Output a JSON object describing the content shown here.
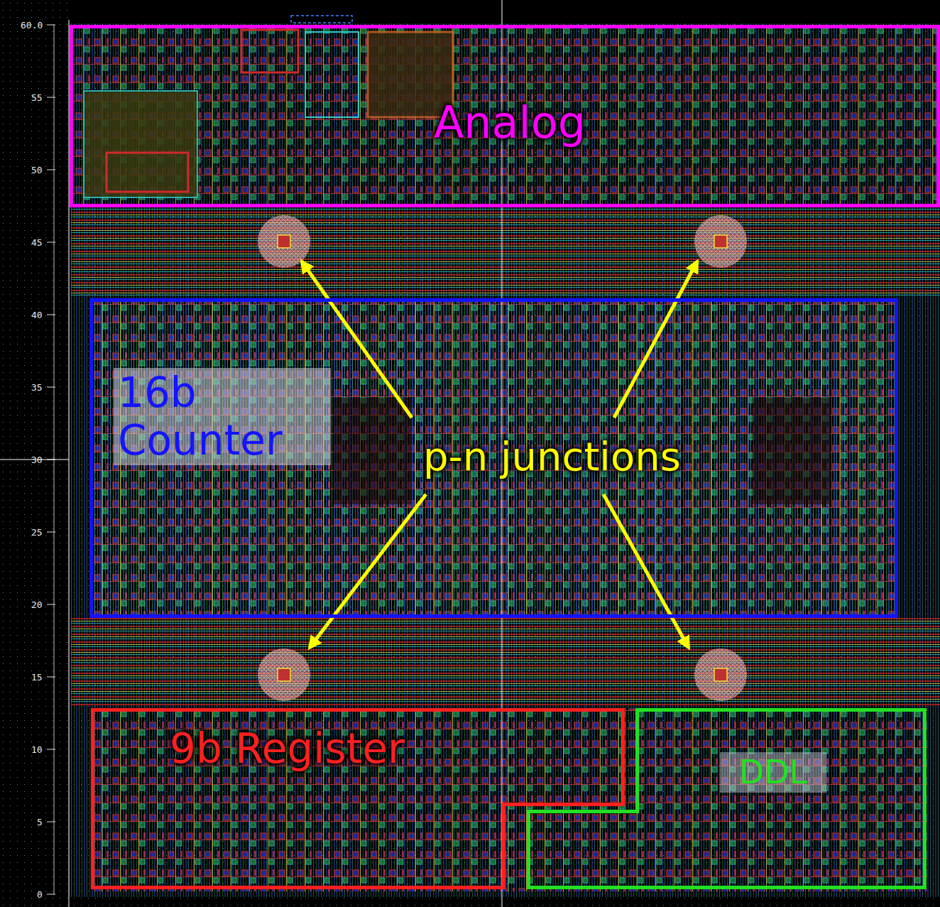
{
  "diagram": {
    "nodes": [
      {
        "text": [
          "Analog"
        ]
      },
      {
        "text": [
          "16b Counter"
        ]
      },
      {
        "text": [
          "9b Register"
        ]
      },
      {
        "text": [
          "DDL"
        ]
      }
    ],
    "labels": [
      "60.0",
      "55",
      "50",
      "45",
      "40",
      "35",
      "30",
      "25",
      "20",
      "15",
      "10",
      "5",
      "0",
      "p-n junctions"
    ]
  }
}
